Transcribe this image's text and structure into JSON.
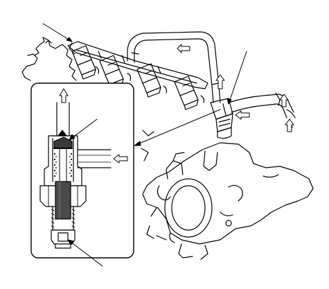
{
  "diagram": {
    "style": "monochrome technical line illustration",
    "colors": {
      "ink": "#000000",
      "paper": "#ffffff",
      "shade": "#6e6e6e",
      "dark": "#3a3a3a"
    },
    "components": [
      "engine-block",
      "fuel-rail",
      "fuel-injector",
      "return-hose",
      "fuel-pressure-regulator",
      "intake-manifold",
      "cutaway-detail-inset"
    ],
    "arrows": [
      "flow-arrow",
      "leader-arrow"
    ]
  }
}
